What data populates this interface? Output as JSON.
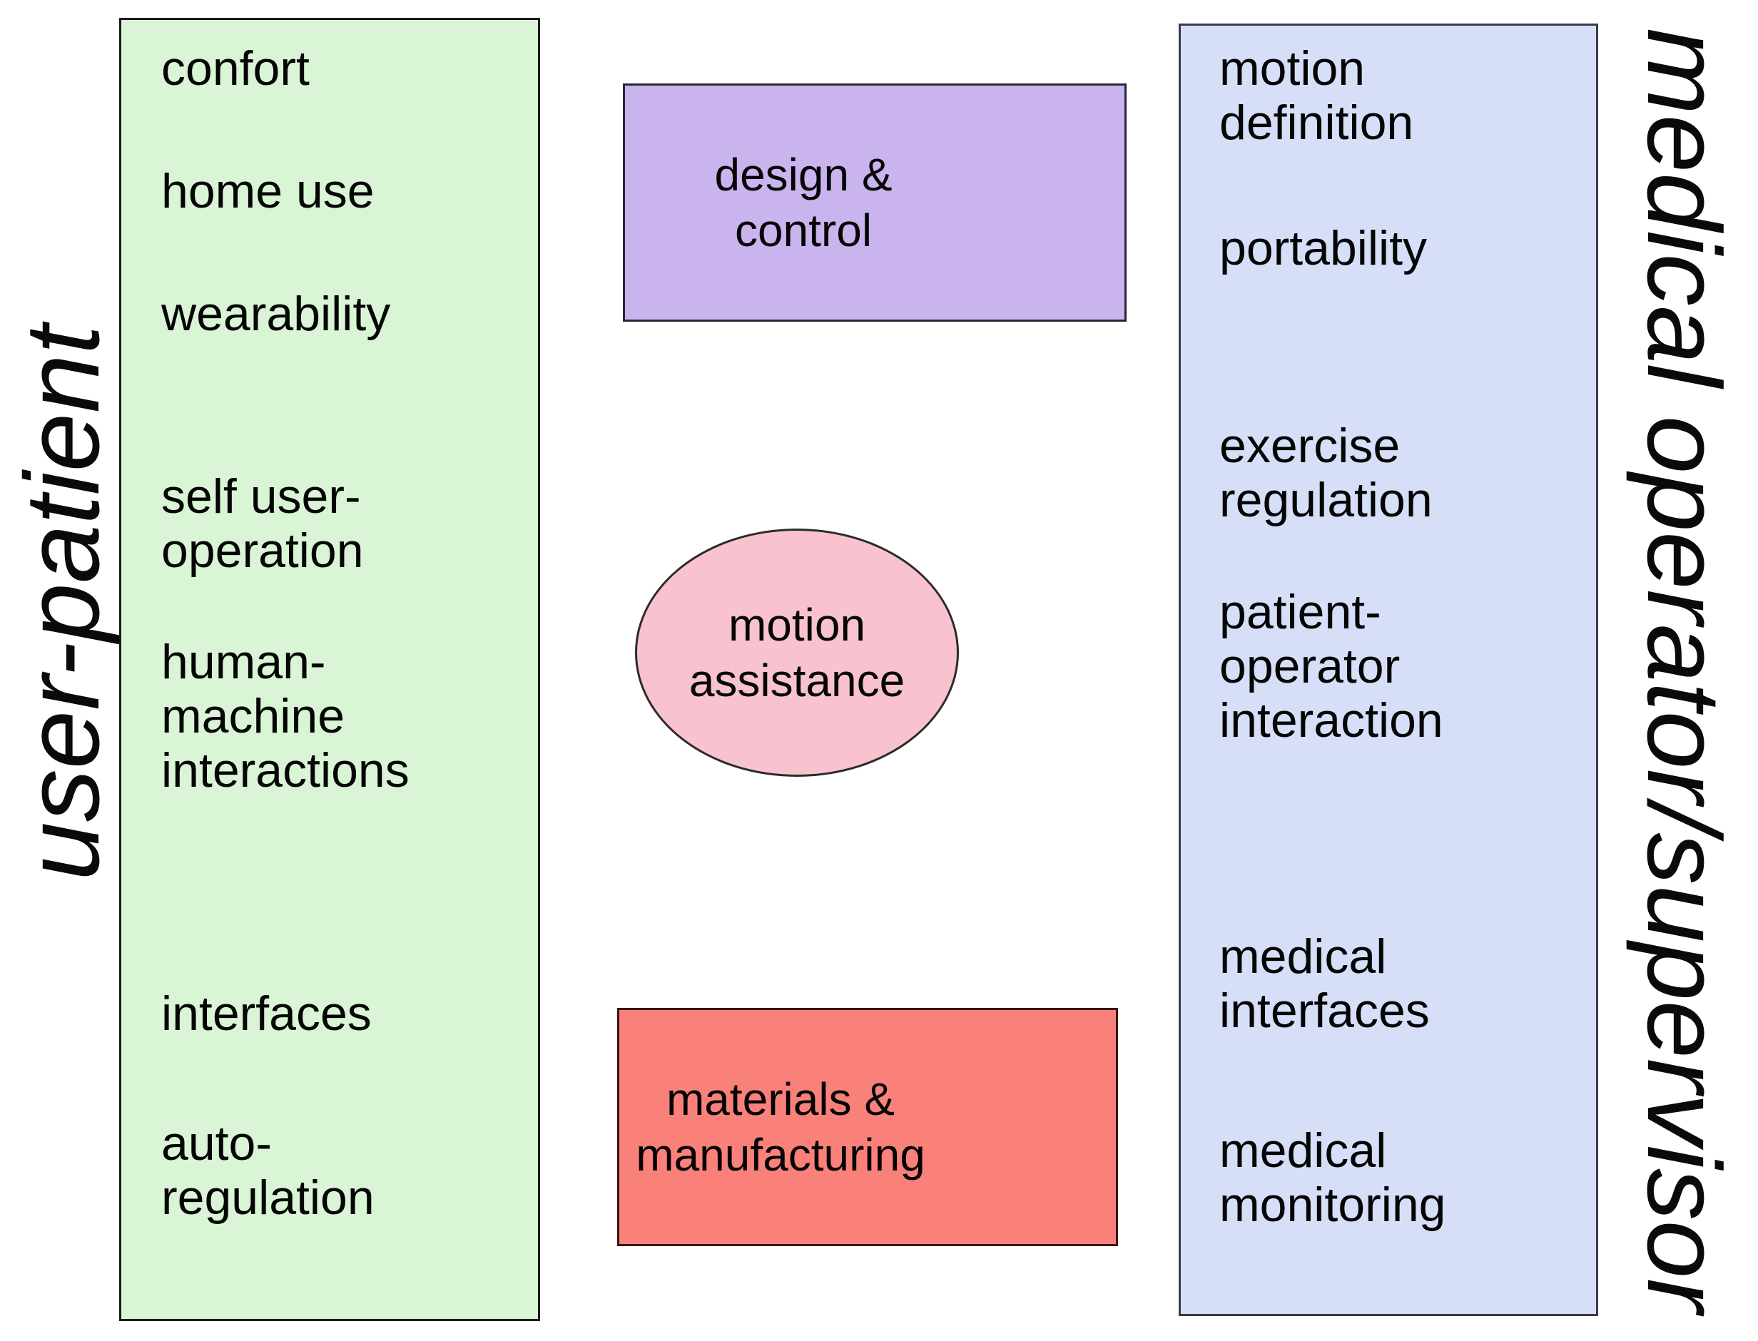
{
  "diagram": {
    "left_axis_label": "user-patient",
    "right_axis_label": "medical operator/supervisor",
    "user_patient_concerns": {
      "items": [
        {
          "lines": [
            "confort"
          ]
        },
        {
          "lines": [
            "home use"
          ]
        },
        {
          "lines": [
            "wearability"
          ]
        },
        {
          "lines": [
            "self user-",
            "operation"
          ]
        },
        {
          "lines": [
            "human-",
            "machine",
            "interactions"
          ]
        },
        {
          "lines": [
            "interfaces"
          ]
        },
        {
          "lines": [
            "auto-",
            "regulation"
          ]
        }
      ]
    },
    "medical_operator_concerns": {
      "items": [
        {
          "lines": [
            "motion",
            "definition"
          ]
        },
        {
          "lines": [
            "portability"
          ]
        },
        {
          "lines": [
            "exercise",
            "regulation"
          ]
        },
        {
          "lines": [
            "patient-",
            "operator",
            "interaction"
          ]
        },
        {
          "lines": [
            "medical",
            "interfaces"
          ]
        },
        {
          "lines": [
            "medical",
            "monitoring"
          ]
        }
      ]
    },
    "central_topics": {
      "design_control": {
        "lines": [
          "design &",
          "control"
        ]
      },
      "motion_assistance": {
        "lines": [
          "motion",
          "assistance"
        ]
      },
      "materials_manufacturing": {
        "lines": [
          "materials &",
          "manufacturing"
        ]
      }
    },
    "colors": {
      "user_patient_panel": "#d9f5d5",
      "medical_operator_panel": "#d6dff7",
      "design_control_box": "#c9b4ee",
      "motion_assistance_ellipse": "#f8c3ce",
      "materials_manufacturing_box": "#f9817a"
    }
  }
}
